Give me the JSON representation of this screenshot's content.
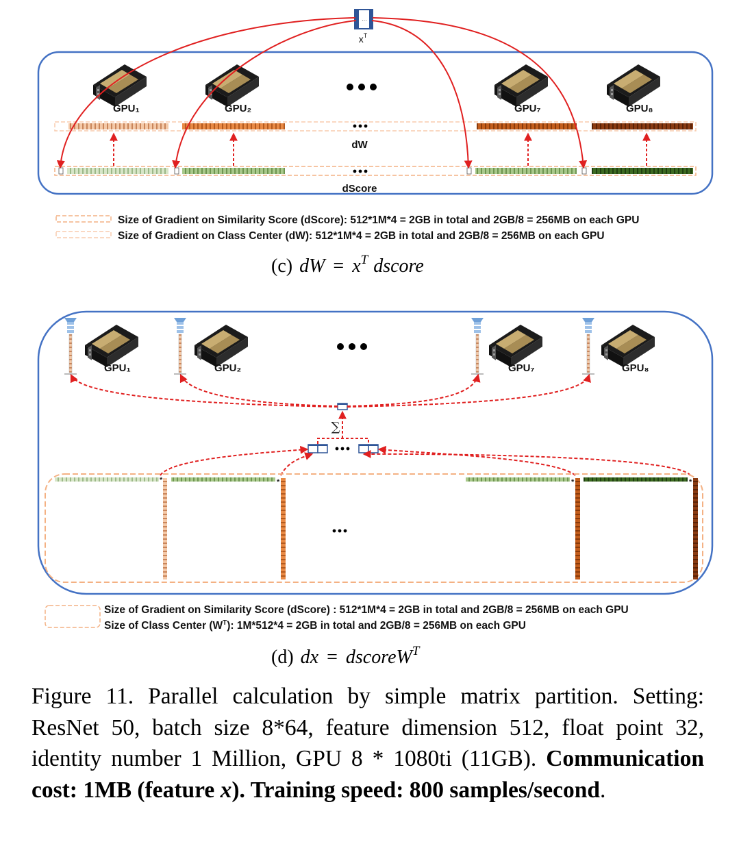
{
  "panel_c": {
    "xt_label": "x",
    "xt_sup": "T",
    "gpus": [
      "GPU₁",
      "GPU₂",
      "GPU₇",
      "GPU₈"
    ],
    "dw_label": "dW",
    "dscore_label": "dScore",
    "legend": [
      "Size of Gradient on Similarity Score (dScore): 512*1M*4 = 2GB in total and 2GB/8 = 256MB on each GPU",
      "Size of Gradient on Class Center (dW): 512*1M*4 = 2GB in total and 2GB/8 = 256MB  on each GPU"
    ],
    "caption_prefix": "(c)",
    "caption_lhs": "dW",
    "caption_eq": "=",
    "caption_x": "x",
    "caption_sup": "T",
    "caption_rhs": "dscore"
  },
  "panel_d": {
    "gpus": [
      "GPU₁",
      "GPU₂",
      "GPU₇",
      "GPU₈"
    ],
    "sigma": "∑",
    "legend_1": "Size of Gradient on Similarity Score (dScore) : 512*1M*4 = 2GB in total and 2GB/8 = 256MB on each GPU",
    "legend_2_pre": "Size of Class Center (W",
    "legend_2_sup": "T",
    "legend_2_post": "): 1M*512*4 = 2GB in total and 2GB/8 = 256MB  on each GPU",
    "caption_prefix": "(d)",
    "caption_lhs": "dx",
    "caption_eq": "=",
    "caption_rhs": "dscoreW",
    "caption_sup": "T"
  },
  "figure_caption": {
    "part1": "Figure 11. Parallel calculation by simple matrix partition. Setting: ResNet 50, batch size 8*64, feature dimension 512, float point 32, identity number 1 Million, GPU 8 * 1080ti (11GB). ",
    "bold1": "Communication cost: 1MB (feature ",
    "bold_x": "x",
    "bold2": "). Training speed: 800 samples/second",
    "end": "."
  },
  "colors": {
    "box_border": "#4472c4",
    "arrow_red": "#e02020",
    "legend_dash": "#f4b183"
  }
}
